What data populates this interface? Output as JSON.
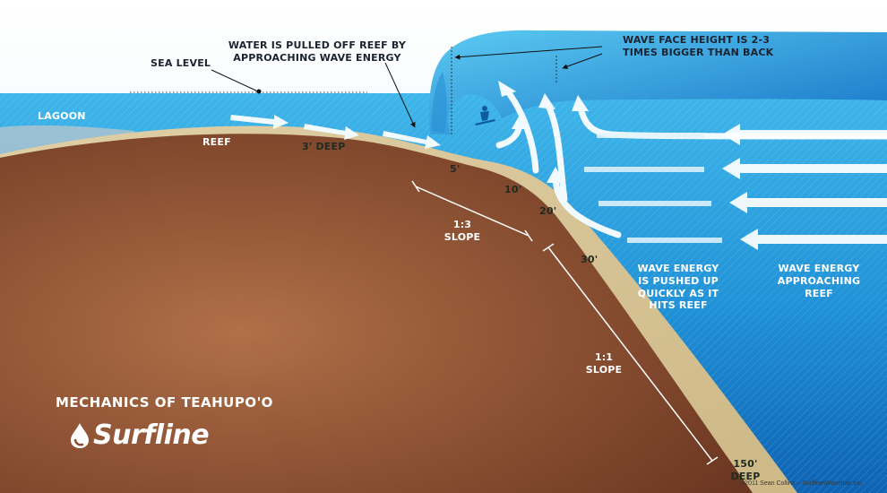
{
  "title": "MECHANICS OF TEAHUPO'O",
  "brand": {
    "name": "Surfline",
    "icon": "water-drop-icon"
  },
  "credit": "©2011 Sean Collins – Surfline\\Wavetrak Inc.",
  "labels": {
    "sea_level": "SEA LEVEL",
    "lagoon": "LAGOON",
    "reef": "REEF",
    "water_pulled_line1": "WATER IS PULLED OFF REEF BY",
    "water_pulled_line2": "APPROACHING WAVE ENERGY",
    "wave_face_line1": "WAVE FACE HEIGHT IS 2-3",
    "wave_face_line2": "TIMES BIGGER THAN BACK",
    "energy_pushed_line1": "WAVE ENERGY",
    "energy_pushed_line2": "IS PUSHED UP",
    "energy_pushed_line3": "QUICKLY AS IT",
    "energy_pushed_line4": "HITS REEF",
    "energy_approach_line1": "WAVE ENERGY",
    "energy_approach_line2": "APPROACHING",
    "energy_approach_line3": "REEF"
  },
  "depths": {
    "d3": "3' DEEP",
    "d5": "5'",
    "d10": "10'",
    "d20": "20'",
    "d30": "30'",
    "d150_line1": "150'",
    "d150_line2": "DEEP"
  },
  "slopes": {
    "upper_ratio": "1:3",
    "upper_word": "SLOPE",
    "lower_ratio": "1:1",
    "lower_word": "SLOPE"
  },
  "colors": {
    "sky": "#e8f4fb",
    "ocean_light": "#41b8ec",
    "ocean_deep": "#0f6fbd",
    "sand": "#d8c59a",
    "earth_dark": "#7a3f25",
    "earth_light": "#a96a45",
    "wave_light": "#56c6f0",
    "wave_dark": "#1577c9",
    "arrow": "#f1faff"
  }
}
